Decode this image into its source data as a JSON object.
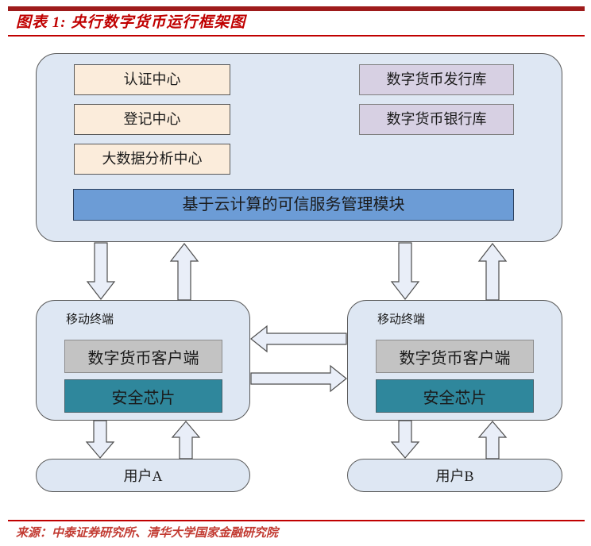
{
  "header": {
    "title": "图表 1: 央行数字货币运行框架图"
  },
  "central_bank_panel": {
    "left_modules": [
      "认证中心",
      "登记中心",
      "大数据分析中心"
    ],
    "right_modules": [
      "数字货币发行库",
      "数字货币银行库"
    ],
    "bottom_module": "基于云计算的可信服务管理模块"
  },
  "terminals": [
    {
      "label": "移动终端",
      "client": "数字货币客户端",
      "chip": "安全芯片"
    },
    {
      "label": "移动终端",
      "client": "数字货币客户端",
      "chip": "安全芯片"
    }
  ],
  "users": [
    "用户A",
    "用户B"
  ],
  "footer": {
    "source": "来源：中泰证券研究所、清华大学国家金融研究院"
  },
  "colors": {
    "bar_red": "#9E1B1B",
    "accent_red": "#C00000",
    "source_red": "#C23B32",
    "panel_fill": "#DEE7F3",
    "panel_border": "#595959",
    "cream_fill": "#FBECDB",
    "purple_fill": "#D7D0E3",
    "module_blue": "#6C9CD6",
    "module_blue_border": "#2B3F5C",
    "client_gray": "#C3C3C3",
    "chip_teal": "#2F879C",
    "arrow_fill": "#E9EEF8",
    "text_dark": "#1A1A1A"
  }
}
